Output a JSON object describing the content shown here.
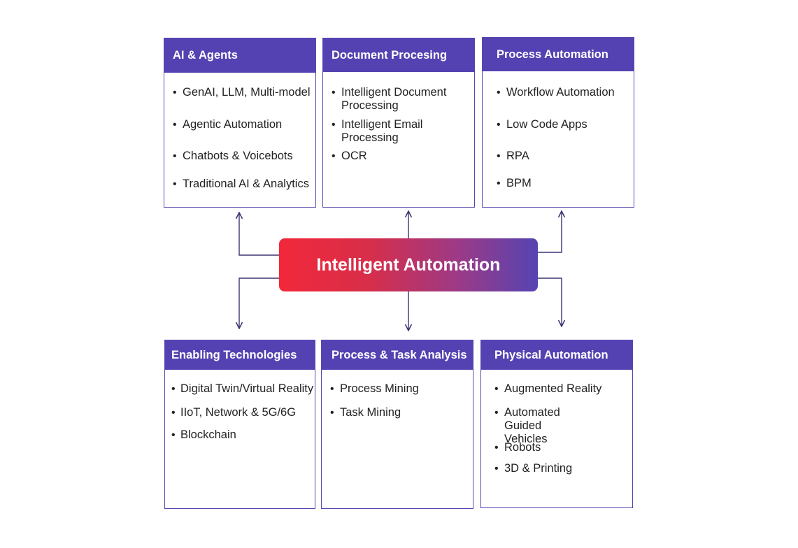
{
  "center": {
    "title": "Intelligent Automation"
  },
  "boxes": {
    "ai_agents": {
      "title": "AI & Agents",
      "items": [
        "GenAI, LLM, Multi-model",
        "Agentic Automation",
        "Chatbots & Voicebots",
        "Traditional AI & Analytics"
      ]
    },
    "document_processing": {
      "title": "Document Procesing",
      "items": [
        "Intelligent Document Processing",
        "Intelligent Email Processing",
        "OCR"
      ]
    },
    "process_automation": {
      "title": "Process Automation",
      "items": [
        "Workflow Automation",
        "Low Code Apps",
        "RPA",
        "BPM"
      ]
    },
    "enabling_technologies": {
      "title": "Enabling Technologies",
      "items": [
        "Digital Twin/Virtual Reality",
        "IIoT, Network & 5G/6G",
        "Blockchain"
      ]
    },
    "process_task_analysis": {
      "title": "Process & Task Analysis",
      "items": [
        "Process Mining",
        "Task Mining"
      ]
    },
    "physical_automation": {
      "title": "Physical Automation",
      "items": [
        "Augmented Reality",
        "Automated Guided Vehicles",
        "Robots",
        "3D & Printing"
      ]
    }
  },
  "colors": {
    "header": "#5442b2",
    "border": "#5a46b0",
    "connector": "#3b3470",
    "gradient_start": "#f2283a",
    "gradient_end": "#5544b2"
  }
}
